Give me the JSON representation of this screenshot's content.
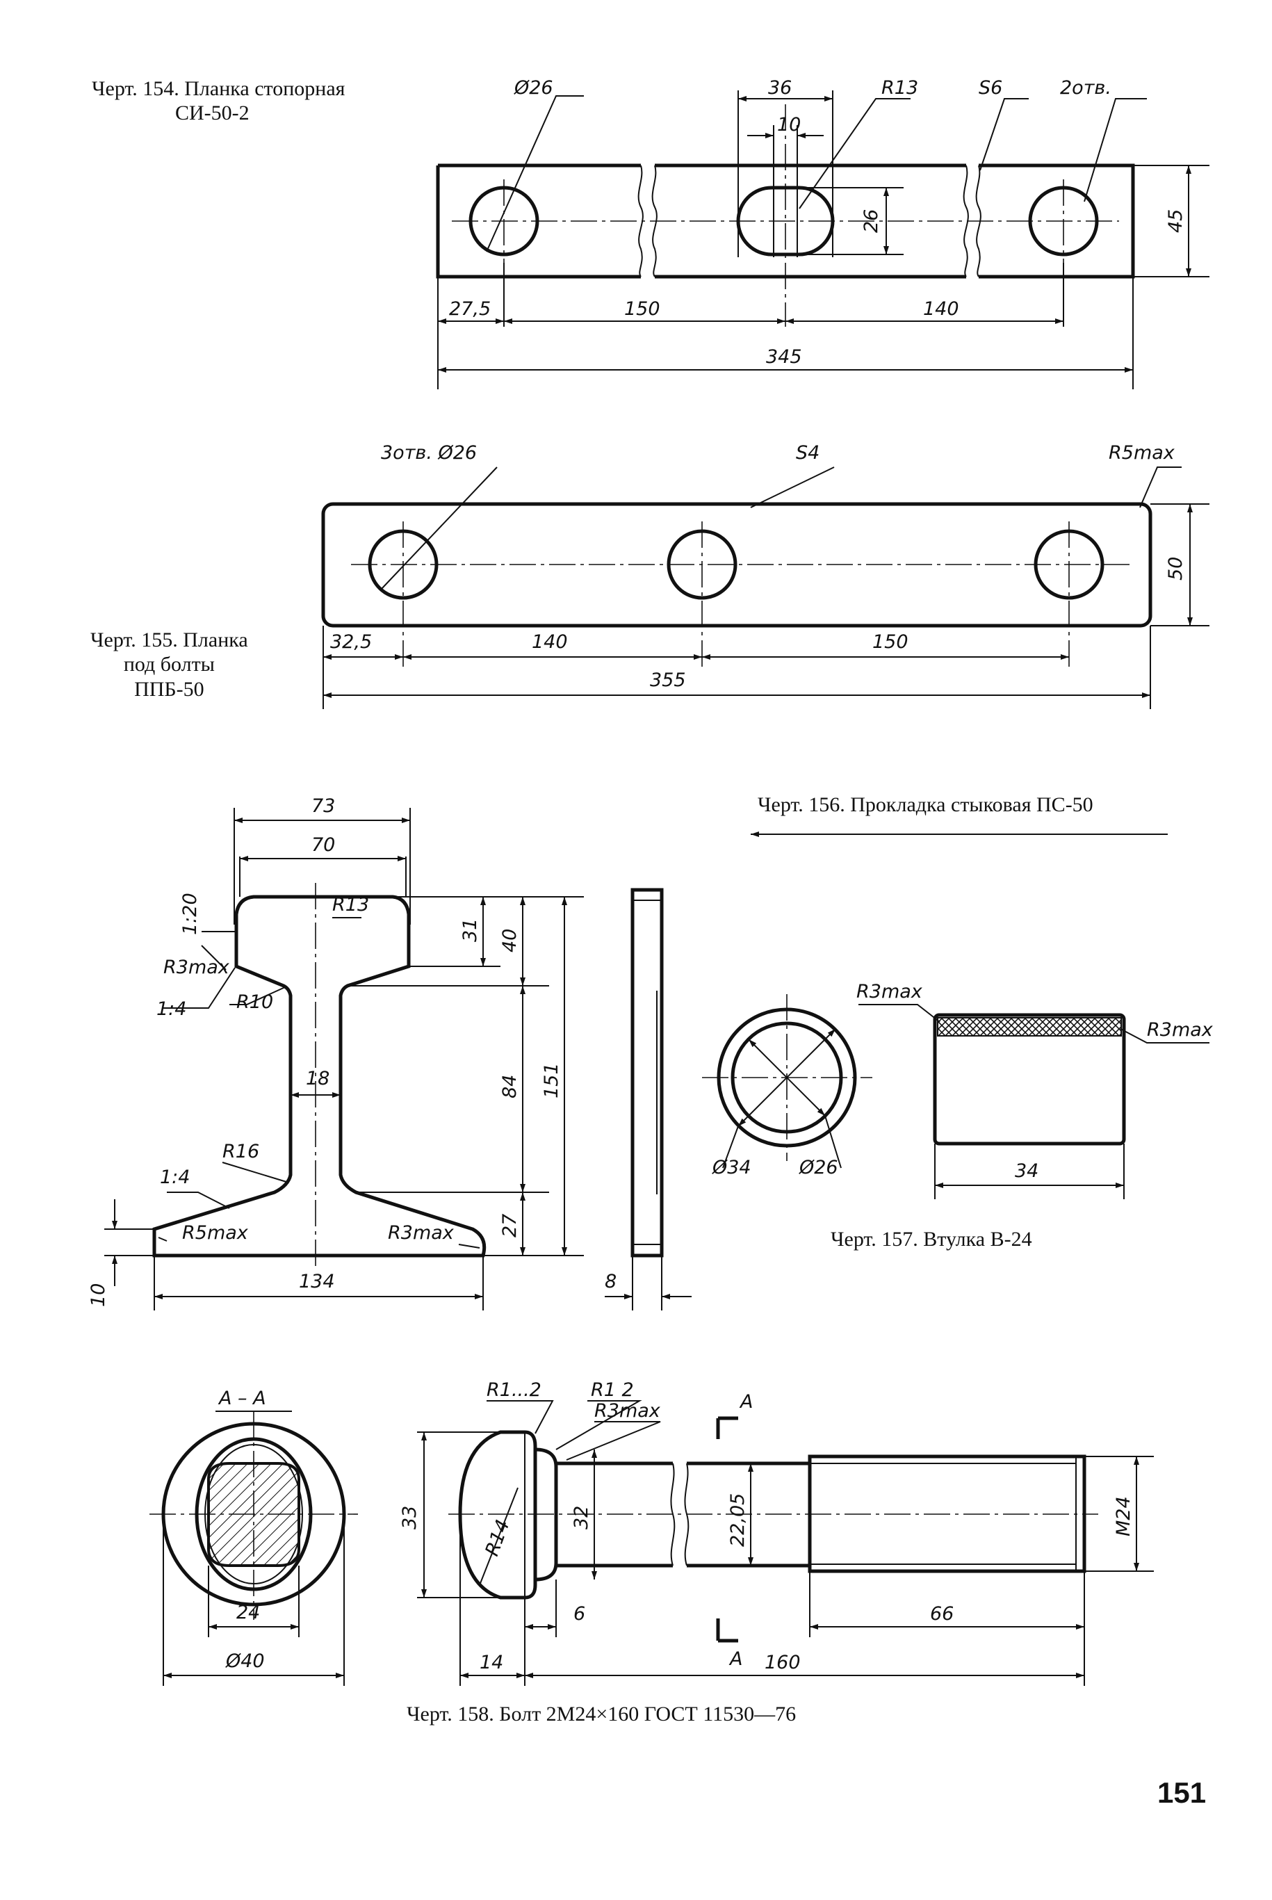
{
  "captions": {
    "fig154": [
      "Черт. 154. Планка стопорная",
      "СИ-50-2"
    ],
    "fig155": [
      "Черт. 155. Планка",
      "под болты",
      "ППБ-50"
    ],
    "fig156": "Черт. 156. Прокладка стыковая ПС-50",
    "fig157": "Черт. 157. Втулка В-24",
    "fig158": "Черт. 158. Болт 2М24×160 ГОСТ 11530—76"
  },
  "page_number": "151",
  "fig154": {
    "labels": {
      "diam": "Ø26",
      "top_span": "36",
      "slot_width": "10",
      "slot_radius": "R13",
      "thickness": "S6",
      "holes": "2отв.",
      "slot_height": "26",
      "height": "45"
    },
    "bottom_dims": [
      "27,5",
      "150",
      "140"
    ],
    "overall": "345"
  },
  "fig155": {
    "labels": {
      "holes": "3отв. Ø26",
      "thickness": "S4",
      "corner_radius": "R5max",
      "height": "50"
    },
    "bottom_dims": [
      "32,5",
      "140",
      "150"
    ],
    "overall": "355"
  },
  "fig156": {
    "top_dims": [
      "73",
      "70"
    ],
    "slopes": [
      "1:20",
      "1:4",
      "1:4"
    ],
    "radii": [
      "R13",
      "R3max",
      "R10",
      "R16",
      "R5max",
      "R3max"
    ],
    "web": "18",
    "right_dims": [
      "31",
      "40",
      "84",
      "27",
      "151"
    ],
    "base_width": "134",
    "base_edge": "10",
    "thickness": "8"
  },
  "fig157": {
    "labels": {
      "outer": "Ø34",
      "inner": "Ø26",
      "length": "34",
      "r_left": "R3max",
      "r_right": "R3max"
    }
  },
  "fig158": {
    "section": "А – А",
    "section_dims": [
      "24",
      "Ø40"
    ],
    "radii": [
      "R1...2",
      "R1  2",
      "R3max",
      "R14"
    ],
    "heights": [
      "33",
      "32",
      "22,05",
      "M24"
    ],
    "lengths": [
      "6",
      "66",
      "14",
      "160"
    ],
    "cut_marks": [
      "А",
      "А"
    ]
  }
}
